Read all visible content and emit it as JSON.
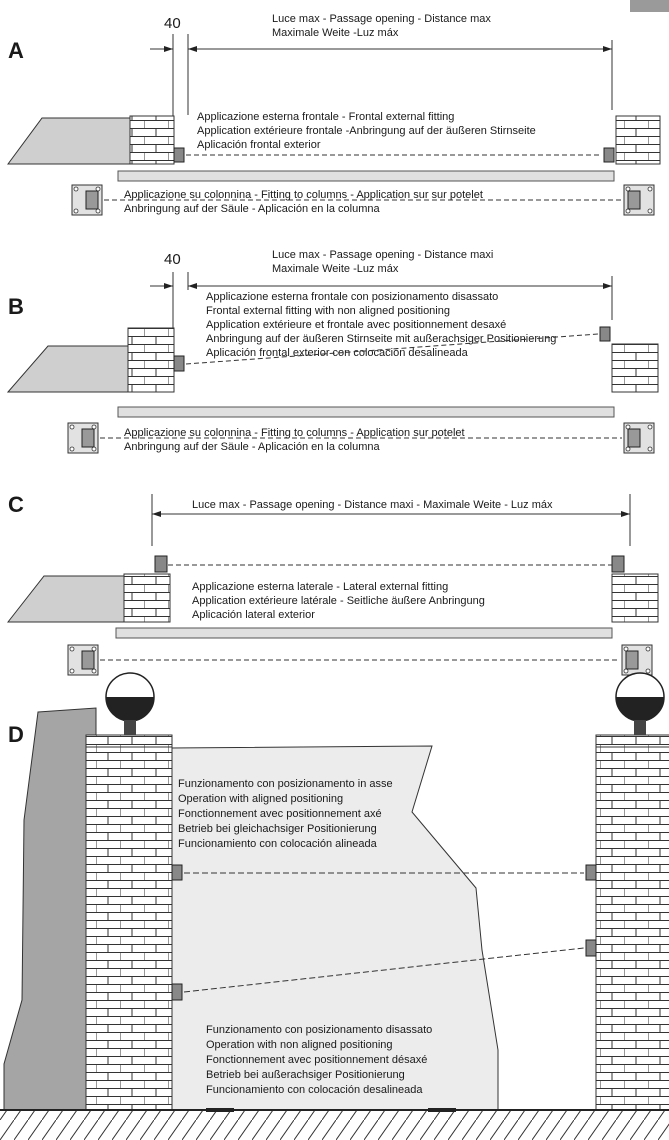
{
  "corner_tab_color": "#9a9a9a",
  "sections": {
    "A": {
      "letter": "A",
      "dimension": "40",
      "distance_line1": "Luce max - Passage opening - Distance max",
      "distance_line2": "Maximale Weite -Luz máx",
      "desc1": "Applicazione esterna frontale - Frontal external fitting",
      "desc2": "Application extérieure frontale -Anbringung auf der äußeren Stirnseite",
      "desc3": "Aplicación frontal exterior",
      "column1": "Applicazione su colonnina - Fitting to columns - Application sur  sur potelet",
      "column2": "Anbringung auf der Säule - Aplicación en la columna"
    },
    "B": {
      "letter": "B",
      "dimension": "40",
      "distance_line1": "Luce max - Passage opening - Distance maxi",
      "distance_line2": "Maximale Weite -Luz máx",
      "desc1": "Applicazione esterna frontale con posizionamento disassato",
      "desc2": "Frontal external fitting with non aligned positioning",
      "desc3": "Application extérieure et frontale avec positionnement desaxé",
      "desc4": "Anbringung auf der äußeren Stirnseite mit außerachsiger Positionierung",
      "desc5": "Aplicación frontal exterior con colocación desalineada",
      "column1": "Applicazione su colonnina - Fitting to columns - Application sur potelet",
      "column2": "Anbringung auf der Säule - Aplicación en la columna"
    },
    "C": {
      "letter": "C",
      "distance": "Luce max - Passage opening - Distance maxi - Maximale Weite - Luz máx",
      "desc1": "Applicazione esterna laterale - Lateral external fitting",
      "desc2": "Application extérieure latérale - Seitliche äußere Anbringung",
      "desc3": "Aplicación lateral exterior"
    },
    "D": {
      "letter": "D",
      "aligned1": "Funzionamento con posizionamento in asse",
      "aligned2": "Operation with aligned positioning",
      "aligned3": "Fonctionnement avec positionnement axé",
      "aligned4": "Betrieb bei gleichachsiger Positionierung",
      "aligned5": "Funcionamiento con colocación alineada",
      "nonaligned1": "Funzionamento con posizionamento disassato",
      "nonaligned2": "Operation with non aligned positioning",
      "nonaligned3": "Fonctionnement avec positionnement désaxé",
      "nonaligned4": "Betrieb bei außerachsiger Positionierung",
      "nonaligned5": "Funcionamiento con colocación desalineada"
    }
  }
}
